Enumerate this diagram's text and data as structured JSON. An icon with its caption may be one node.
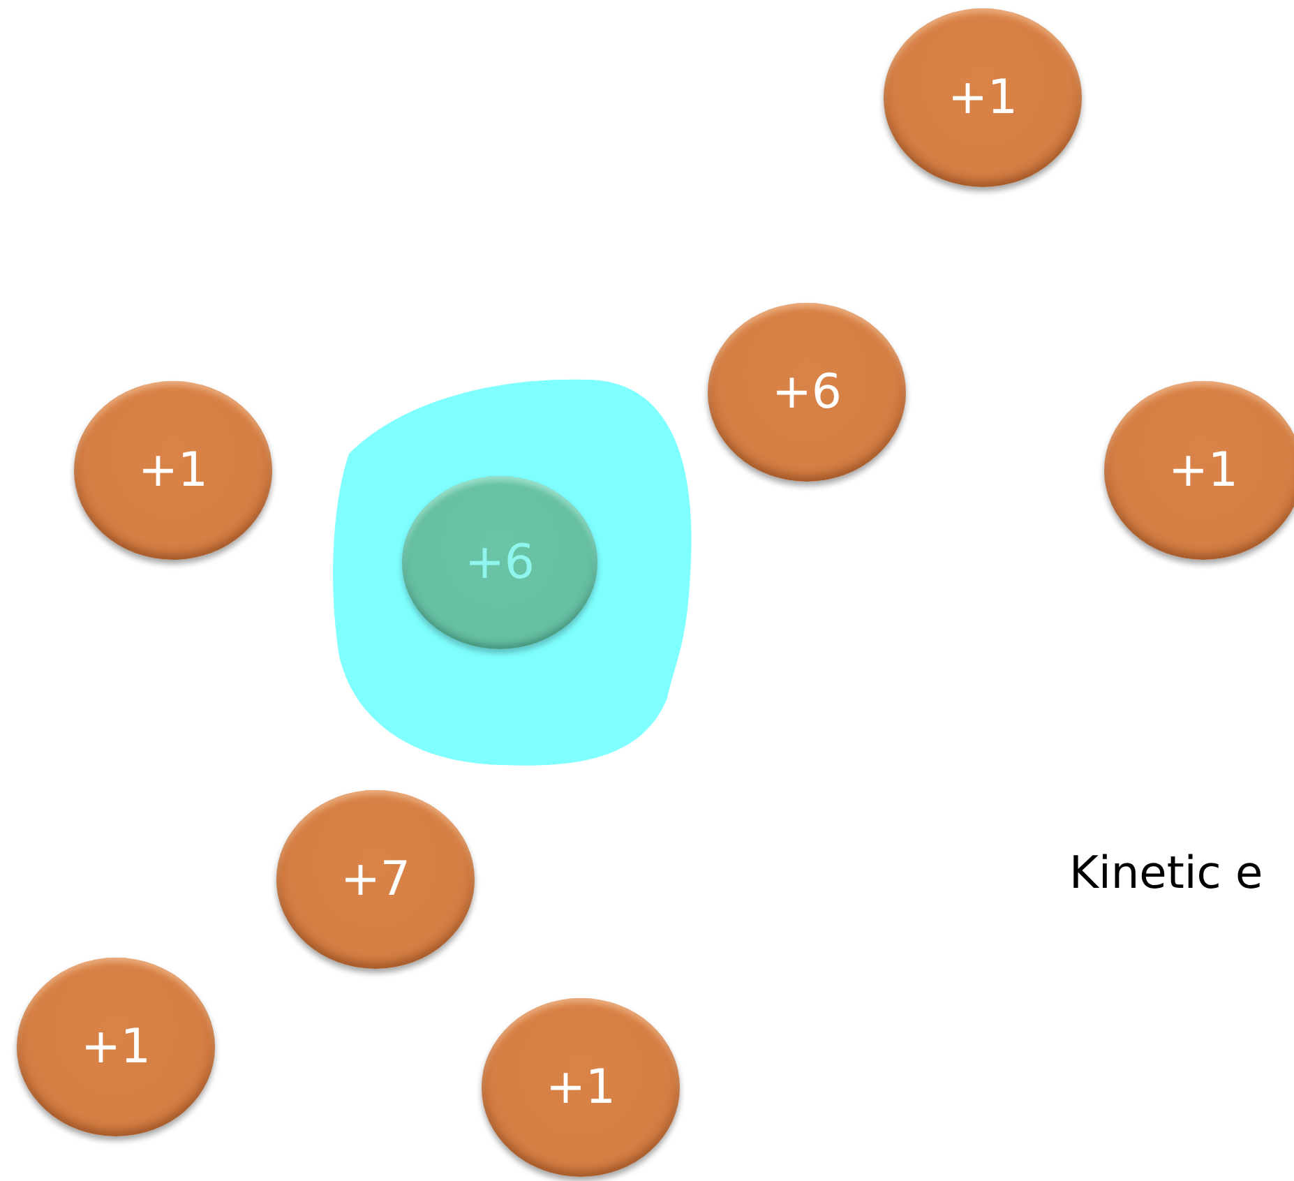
{
  "diagram": {
    "nodes": [
      {
        "text": [
          "+1"
        ]
      },
      {
        "text": [
          "+6"
        ]
      },
      {
        "text": [
          "+1"
        ]
      },
      {
        "text": [
          "+1"
        ]
      },
      {
        "text": [
          "+6"
        ]
      },
      {
        "text": [
          "+7"
        ]
      },
      {
        "text": [
          "+1"
        ]
      },
      {
        "text": [
          "+1"
        ]
      }
    ],
    "labels": [
      "Kinetic e"
    ]
  }
}
